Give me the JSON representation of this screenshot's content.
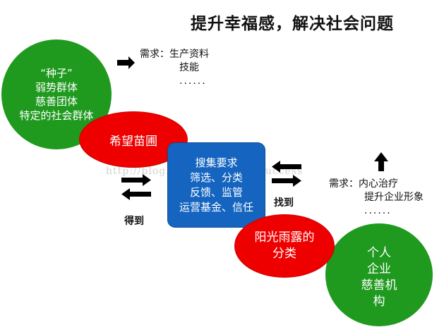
{
  "title": "提升幸福感，解决社会问题",
  "seed_circle": {
    "lines": [
      "“种子”",
      "弱势群体",
      "慈善团体",
      "特定的社会群体"
    ]
  },
  "seed_need": {
    "prefix": "需求：",
    "items": [
      "生产资料",
      "技能"
    ],
    "dots": "......"
  },
  "hope_ellipse": {
    "label": "希望苗圃"
  },
  "center_box": {
    "lines": [
      "搜集要求",
      "筛选、分类",
      "反馈、监管",
      "运营基金、信任"
    ]
  },
  "sun_ellipse": {
    "lines": [
      "阳光雨露的",
      "分类"
    ]
  },
  "donor_circle": {
    "lines": [
      "个人",
      "企业",
      "慈善机",
      "构"
    ]
  },
  "donor_need": {
    "prefix": "需求：",
    "items": [
      "内心治疗",
      "提升企业形象"
    ],
    "dots": "......"
  },
  "labels": {
    "get": "得到",
    "find": "找到"
  },
  "watermark": "http://blog.csdn.net/designsuccess",
  "colors": {
    "green": "#1f9a1f",
    "red": "#ee0000",
    "blue": "#1565c0",
    "arrow": "#000000"
  }
}
